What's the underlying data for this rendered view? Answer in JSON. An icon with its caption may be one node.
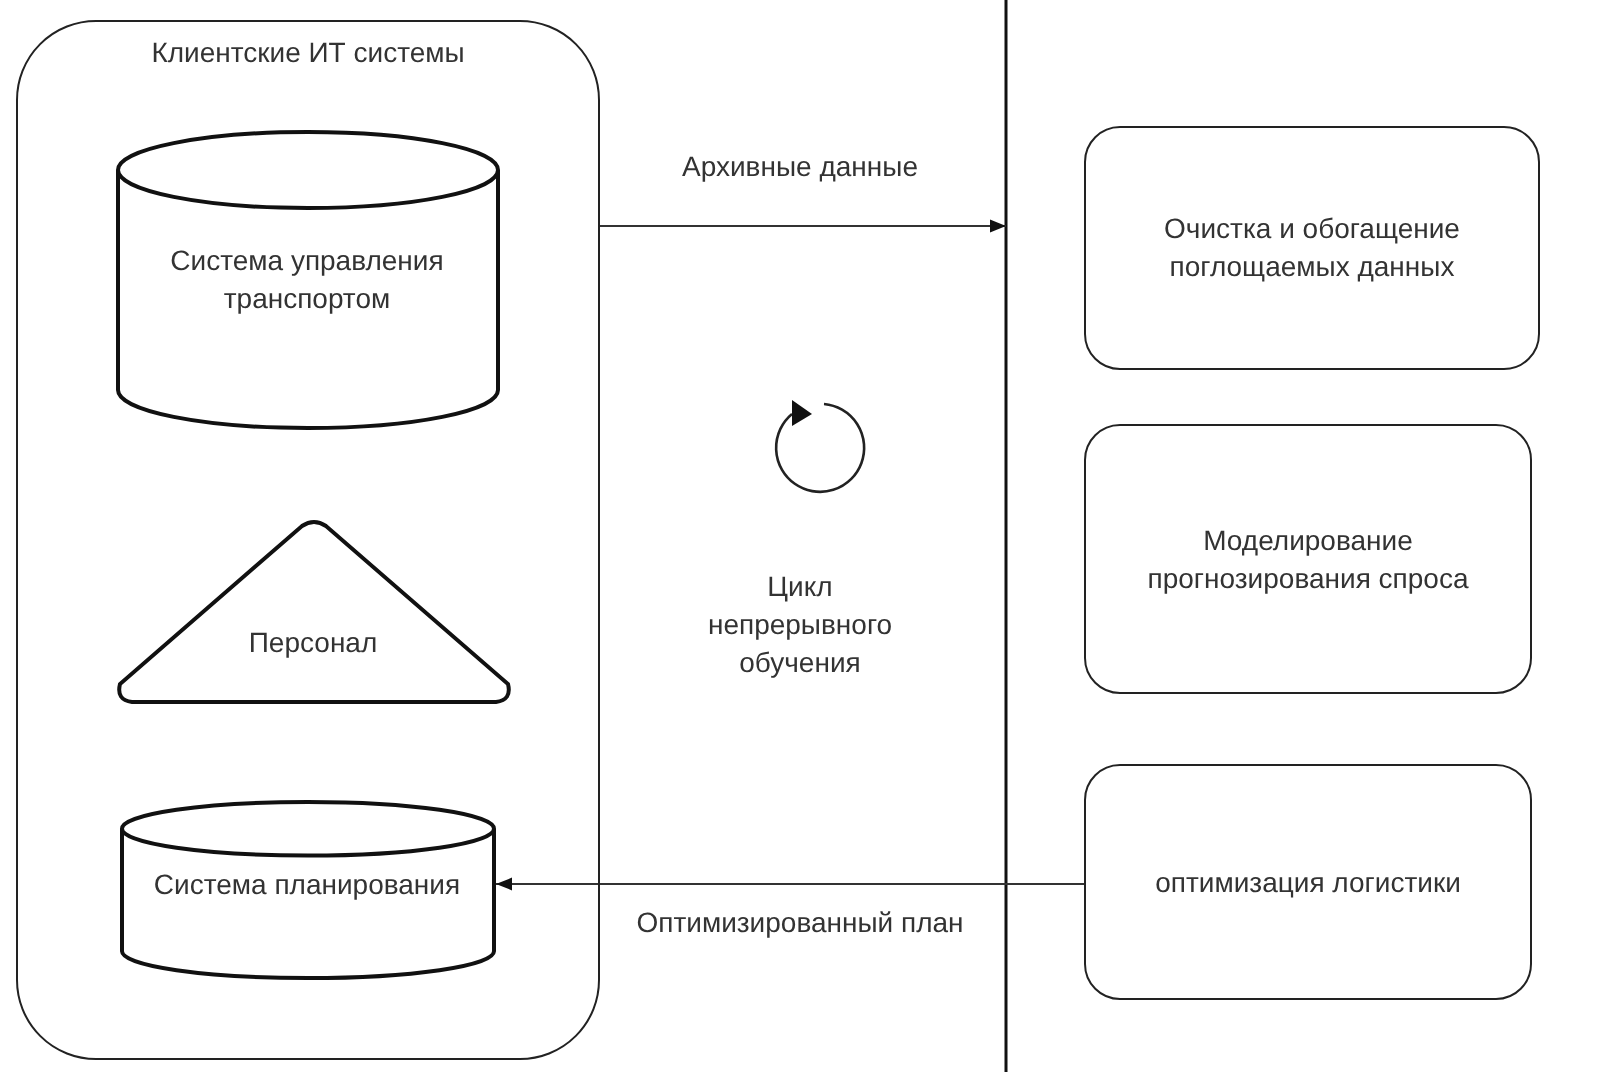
{
  "diagram": {
    "nodes": [
      {
        "text": [
          "Клиентские ИТ системы"
        ]
      },
      {
        "text": [
          "Система управления транспортом"
        ],
        "in": 0
      },
      {
        "text": [
          "Персонал"
        ],
        "in": 0
      },
      {
        "text": [
          "Система планирования"
        ],
        "in": 0
      },
      {
        "text": [
          "Очистка и обогащение поглощаемых данных"
        ]
      },
      {
        "text": [
          "Моделирование прогнозирования спроса"
        ]
      },
      {
        "text": [
          "оптимизация логистики"
        ]
      }
    ],
    "edges": [
      {
        "from": 0,
        "to": null,
        "arrow": "to",
        "label": "Архивные данные"
      },
      {
        "from": 6,
        "to": 3,
        "arrow": "to",
        "label": "Оптимизированный план"
      }
    ],
    "labels": [
      "Цикл непрерывного обучения"
    ]
  }
}
